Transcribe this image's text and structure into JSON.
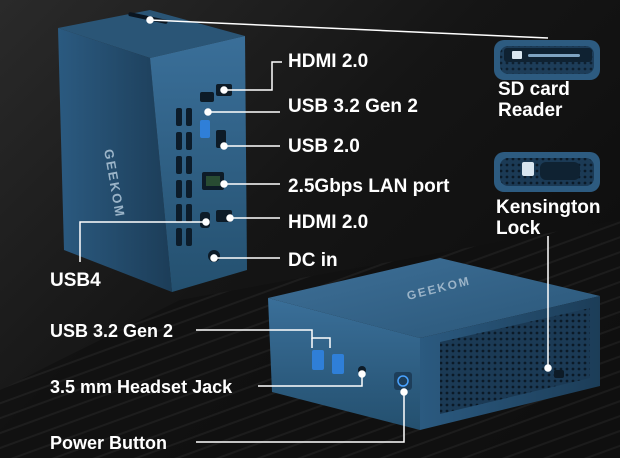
{
  "brand": "GEEKOM",
  "labels": {
    "hdmi_top": "HDMI 2.0",
    "usb32_top": "USB 3.2 Gen 2",
    "usb20": "USB 2.0",
    "lan": "2.5Gbps LAN port",
    "hdmi_bottom": "HDMI 2.0",
    "dc_in": "DC in",
    "usb4": "USB4",
    "sd_line1": "SD card",
    "sd_line2": "Reader",
    "kensington_line1": "Kensington",
    "kensington_line2": "Lock",
    "usb32_front": "USB 3.2 Gen 2",
    "headset": "3.5 mm Headset Jack",
    "power": "Power Button"
  },
  "colors": {
    "chassis": "#2f5f86",
    "chassis_dark": "#1d3e5a",
    "callout_line": "#ffffff",
    "port_blue": "#2f7fd8"
  }
}
